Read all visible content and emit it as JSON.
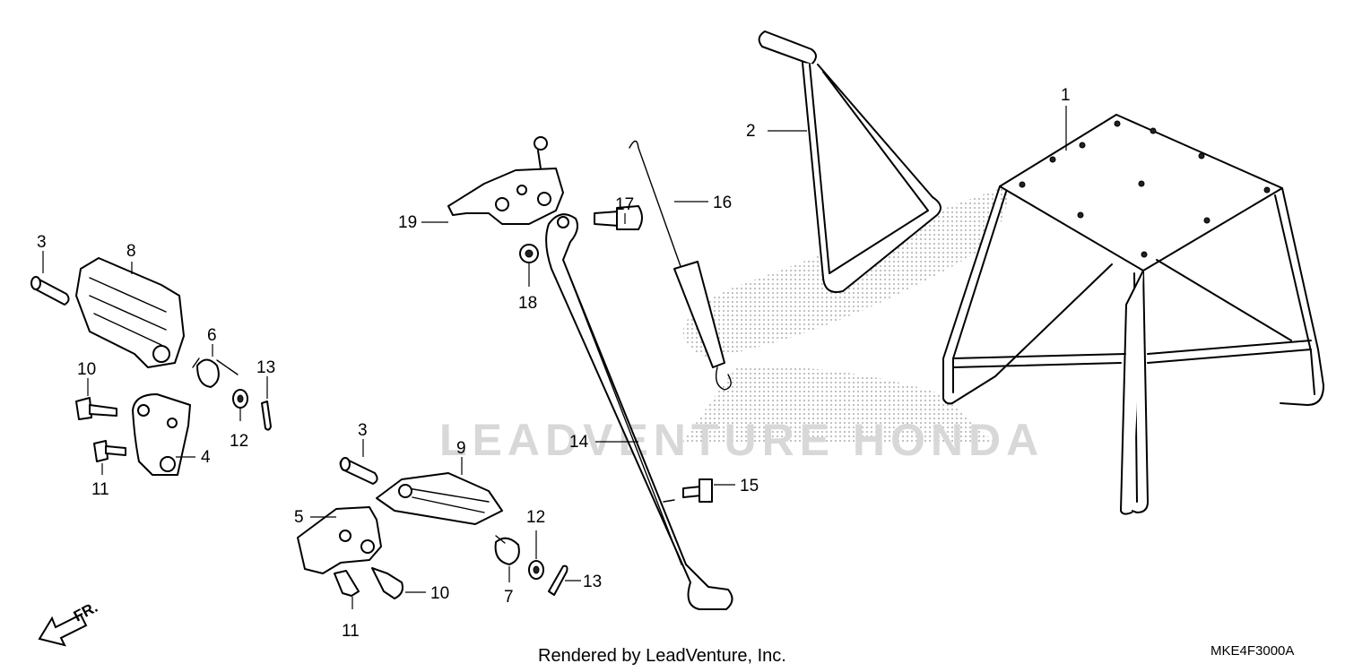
{
  "watermark_text": "LEADVENTURE HONDA",
  "footer": {
    "credit": "Rendered by LeadVenture, Inc.",
    "diagram_code": "MKE4F3000A"
  },
  "direction": {
    "label": "FR.",
    "icon": "front-direction-arrow-icon"
  },
  "callouts": {
    "c1": "1",
    "c2": "2",
    "c3a": "3",
    "c3b": "3",
    "c4": "4",
    "c5": "5",
    "c6": "6",
    "c7": "7",
    "c8": "8",
    "c9": "9",
    "c10a": "10",
    "c10b": "10",
    "c11a": "11",
    "c11b": "11",
    "c12a": "12",
    "c12b": "12",
    "c13a": "13",
    "c13b": "13",
    "c14": "14",
    "c15": "15",
    "c16": "16",
    "c17": "17",
    "c18": "18",
    "c19": "19"
  },
  "colors": {
    "line": "#000000",
    "watermark": "#c8c8c8",
    "background": "#ffffff"
  }
}
